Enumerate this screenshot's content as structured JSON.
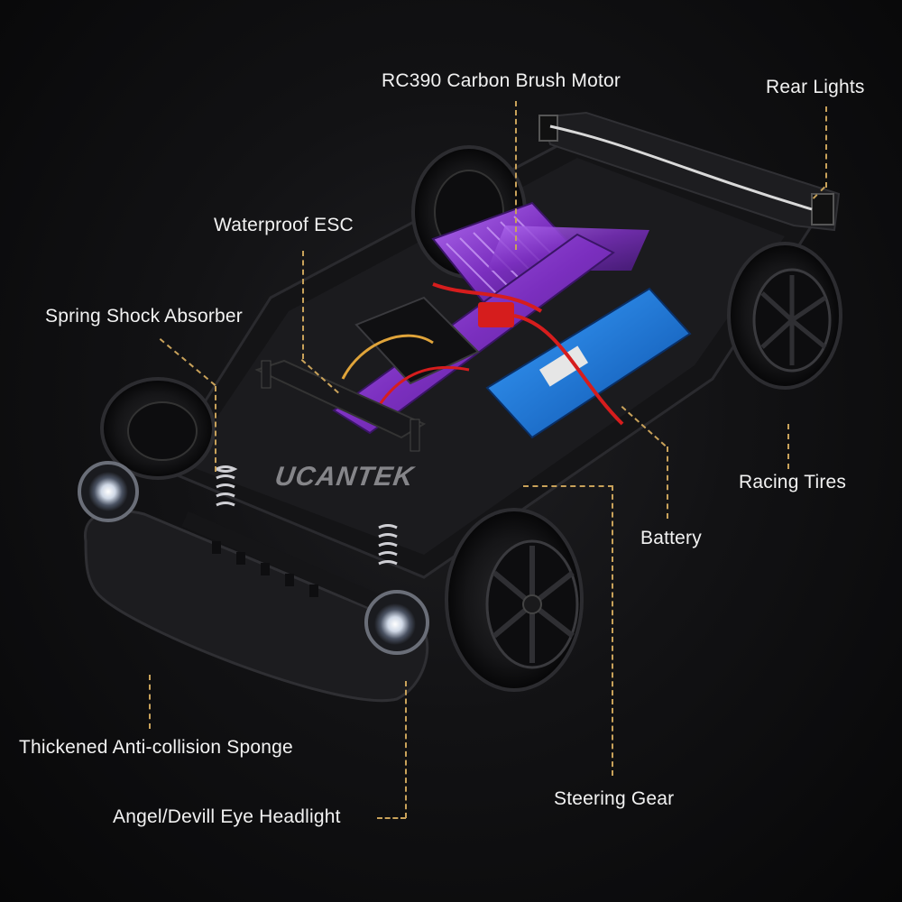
{
  "image": {
    "subject": "rc-car-chassis",
    "background_color": "#0b0b0c",
    "leader_color": "#c9a25a",
    "accent_color": "#7b2fbf"
  },
  "watermark": "UCANTEK",
  "callouts": {
    "motor": "RC390 Carbon Brush Motor",
    "rear_lights": "Rear Lights",
    "esc": "Waterproof ESC",
    "shock": "Spring Shock Absorber",
    "tires": "Racing Tires",
    "battery": "Battery",
    "sponge": "Thickened Anti-collision Sponge",
    "steering": "Steering Gear",
    "headlight": "Angel/Devill Eye Headlight"
  }
}
